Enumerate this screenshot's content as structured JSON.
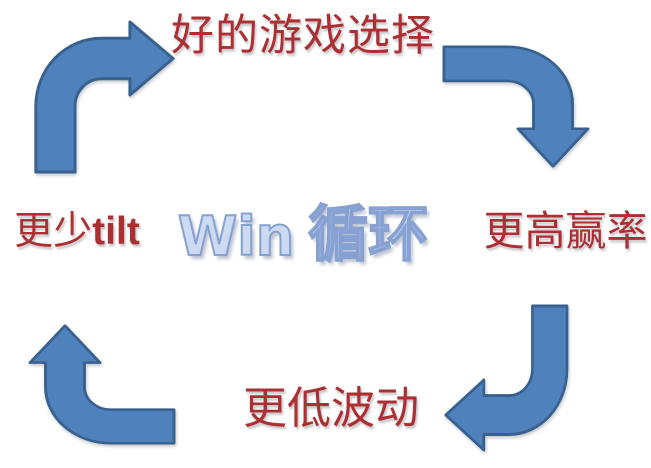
{
  "diagram": {
    "center_title": {
      "latin": "Win",
      "cjk": "循环"
    },
    "nodes": {
      "top": {
        "label": "好的游戏选择"
      },
      "right": {
        "label": "更高赢率"
      },
      "bottom": {
        "label": "更低波动"
      },
      "left": {
        "label_zh": "更少",
        "label_en": "tilt"
      }
    },
    "arrows": {
      "top_left": {
        "icon": "bent-arrow-up-then-right-icon",
        "direction": "up-then-right"
      },
      "top_right": {
        "icon": "bent-arrow-right-then-down-icon",
        "direction": "right-then-down"
      },
      "bottom_right": {
        "icon": "bent-arrow-down-then-left-icon",
        "direction": "down-then-left"
      },
      "bottom_left": {
        "icon": "bent-arrow-left-then-up-icon",
        "direction": "left-then-up"
      }
    },
    "colors": {
      "arrow_fill": "#4f81bd",
      "arrow_stroke": "#38618f",
      "label_red": "#ab2f33",
      "title_fill": "#ccdaf2",
      "title_stroke": "#87a1d3",
      "background": "#ffffff"
    }
  }
}
